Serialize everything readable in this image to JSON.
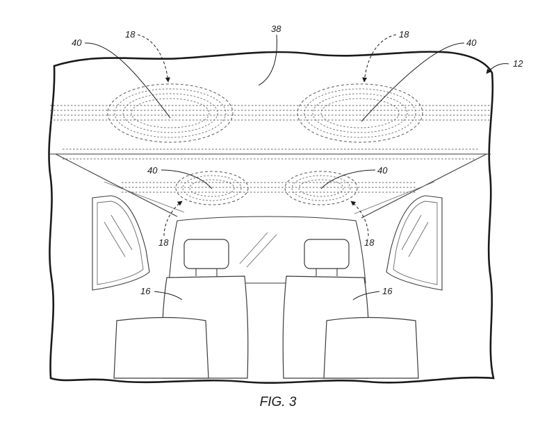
{
  "figure": {
    "caption": "FIG. 3",
    "labels": {
      "vehicle": "12",
      "roof_panel": "38",
      "seat": "16",
      "module": "18",
      "light_ring": "40"
    }
  }
}
